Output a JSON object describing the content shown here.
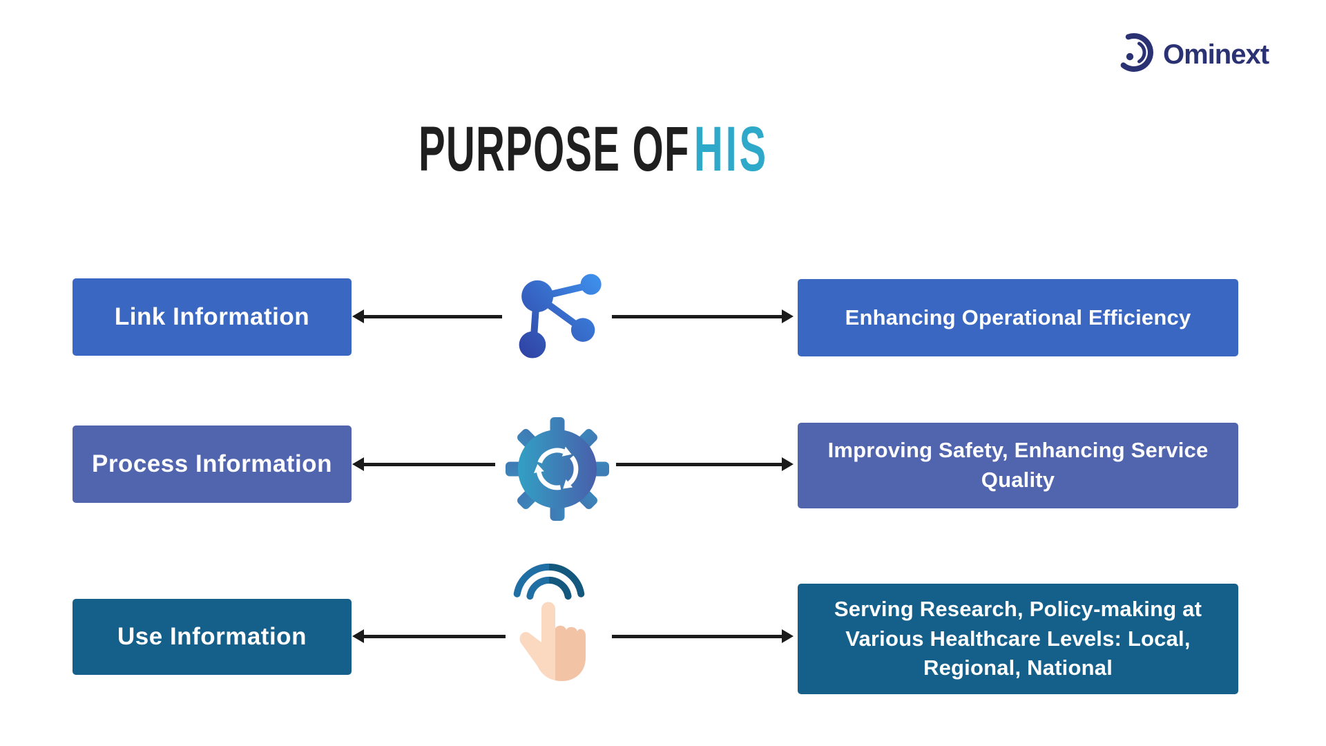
{
  "logo": {
    "text": "Ominext",
    "color": "#2B3274",
    "icon": "ominext-ring-icon"
  },
  "title": {
    "prefix": "PURPOSE OF",
    "highlight": "HIS",
    "prefix_color": "#1F1F1F",
    "highlight_color": "#2FA9C9"
  },
  "rows": [
    {
      "left_label": "Link Information",
      "right_label": "Enhancing Operational Efficiency",
      "box_color": "#3A67C2",
      "icon": "network-share-icon"
    },
    {
      "left_label": "Process Information",
      "right_label": "Improving Safety, Enhancing Service Quality",
      "box_color": "#5164AE",
      "icon": "process-cycle-gear-icon"
    },
    {
      "left_label": "Use Information",
      "right_label": "Serving Research, Policy-making at Various Healthcare Levels: Local, Regional, National",
      "box_color": "#15608A",
      "icon": "tap-hand-icon"
    }
  ],
  "arrow_color": "#1B1B1B"
}
